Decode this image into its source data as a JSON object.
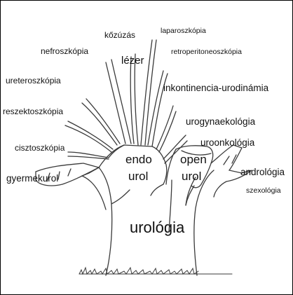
{
  "labels": {
    "kozuzas": "kőzúzás",
    "laparoszkopia": "laparoszkópia",
    "nefroszkopia": "nefroszkópia",
    "lezer": "lézer",
    "retroperitoneoszkopia": "retroperitoneoszkópia",
    "ureteroszkopia": "ureteroszkópia",
    "inkontinencia": "inkontinencia-urodinámia",
    "reszektoszkopia": "reszektoszkópia",
    "urogynaekologia": "urogynaekológia",
    "cisztoszkopia": "cisztoszkópia",
    "uroonkologia": "uroonkológia",
    "endo": "endo",
    "urol_left": "urol",
    "open": "open",
    "urol_right": "urol",
    "andrologia": "andrológia",
    "gyermekurol": "gyermekurol",
    "szexologia": "szexológia",
    "urologia": "urológia"
  }
}
